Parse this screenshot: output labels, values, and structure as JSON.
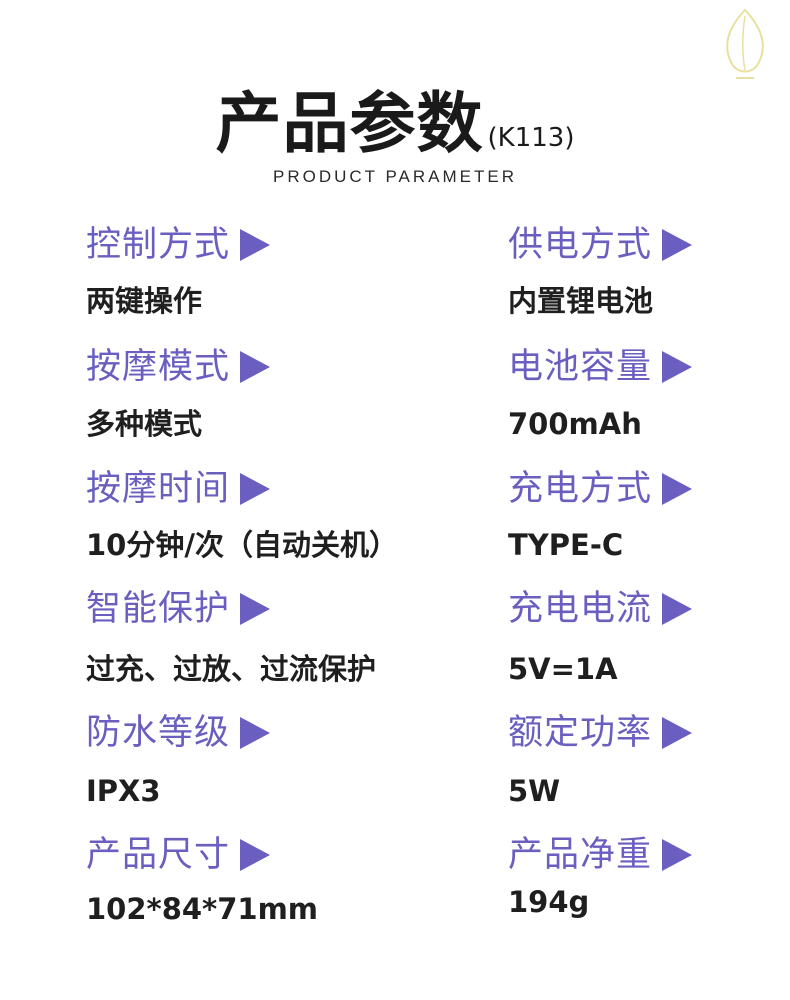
{
  "header": {
    "title": "产品参数",
    "model": "(K113)",
    "subtitle": "PRODUCT PARAMETER"
  },
  "logo": {
    "icon": "leaf-logo-icon",
    "color": "#e9dfa0"
  },
  "colors": {
    "accent": "#6a5ec0",
    "text": "#1f1f1f"
  },
  "params": [
    {
      "label": "控制方式",
      "value": "两键操作"
    },
    {
      "label": "供电方式",
      "value": "内置锂电池"
    },
    {
      "label": "按摩模式",
      "value": "多种模式"
    },
    {
      "label": "电池容量",
      "value": "700mAh"
    },
    {
      "label": "按摩时间",
      "value": "10分钟/次（自动关机）"
    },
    {
      "label": "充电方式",
      "value": "TYPE-C"
    },
    {
      "label": "智能保护",
      "value": "过充、过放、过流保护"
    },
    {
      "label": "充电电流",
      "value": "5V=1A"
    },
    {
      "label": "防水等级",
      "value": "IPX3"
    },
    {
      "label": "额定功率",
      "value": "5W"
    },
    {
      "label": "产品尺寸",
      "value": "102*84*71mm"
    },
    {
      "label": "产品净重",
      "value": "194g"
    }
  ]
}
